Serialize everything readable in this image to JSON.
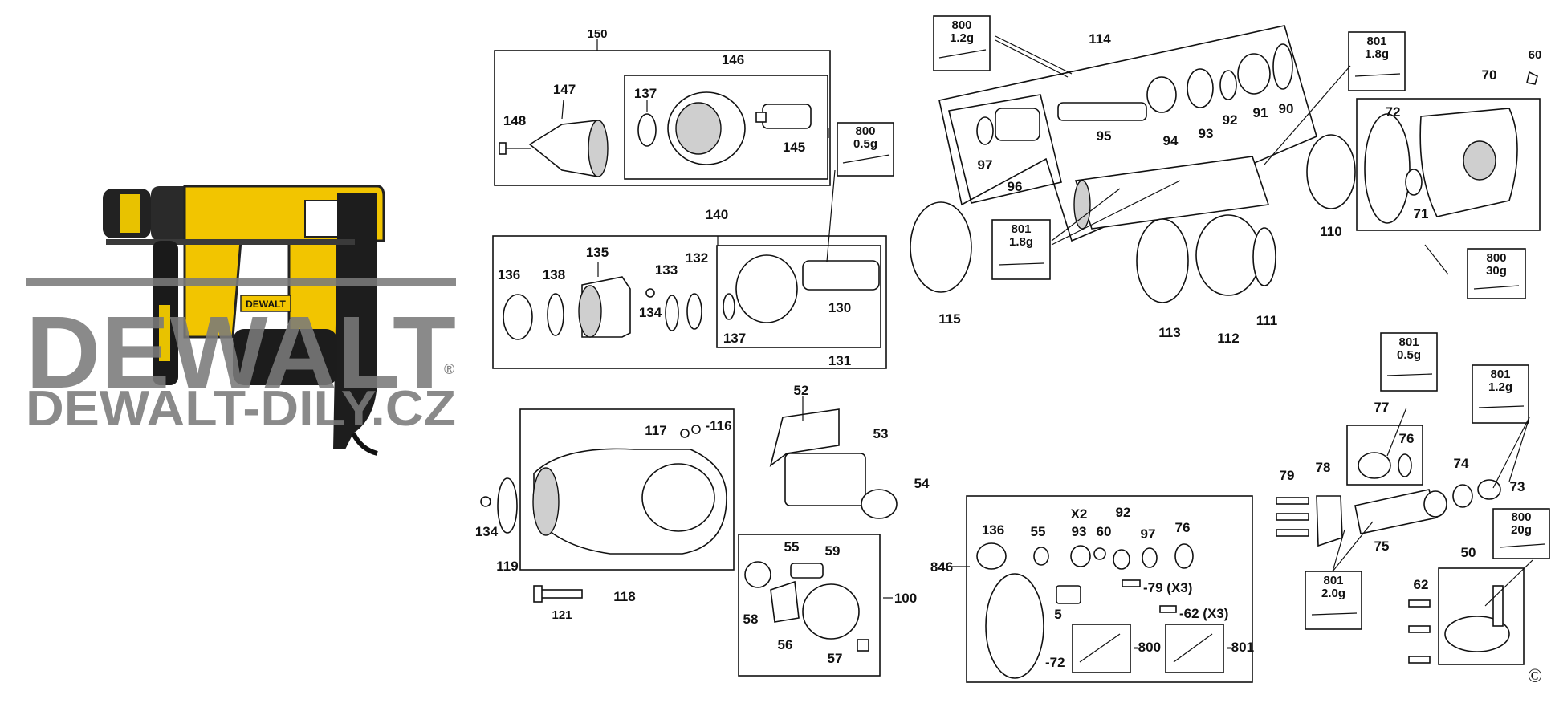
{
  "watermark": {
    "brand": "DEWALT",
    "registered": "®",
    "site": "DEWALT-DILY.CZ",
    "tool_badge": "DEWALT"
  },
  "copyright": "©",
  "grease_tags": [
    {
      "id": "t1",
      "code": "800",
      "amount": "1.2g"
    },
    {
      "id": "t2",
      "code": "800",
      "amount": "0.5g"
    },
    {
      "id": "t3",
      "code": "801",
      "amount": "1.8g"
    },
    {
      "id": "t4",
      "code": "801",
      "amount": "1.8g"
    },
    {
      "id": "t5",
      "code": "800",
      "amount": "30g"
    },
    {
      "id": "t6",
      "code": "801",
      "amount": "0.5g"
    },
    {
      "id": "t7",
      "code": "801",
      "amount": "1.2g"
    },
    {
      "id": "t8",
      "code": "800",
      "amount": "20g"
    },
    {
      "id": "t9",
      "code": "801",
      "amount": "2.0g"
    }
  ],
  "part_labels": [
    "150",
    "146",
    "147",
    "148",
    "137",
    "145",
    "140",
    "136",
    "138",
    "135",
    "133",
    "132",
    "134",
    "137",
    "130",
    "131",
    "114",
    "97",
    "96",
    "95",
    "94",
    "93",
    "92",
    "91",
    "90",
    "115",
    "113",
    "112",
    "111",
    "110",
    "60",
    "70",
    "72",
    "71",
    "52",
    "53",
    "54",
    "117",
    "-116",
    "134",
    "119",
    "118",
    "121",
    "55",
    "59",
    "58",
    "56",
    "57",
    "100",
    "846",
    "136",
    "55",
    "X2",
    "93",
    "60",
    "92",
    "97",
    "76",
    "5",
    "-79 (X3)",
    "-62 (X3)",
    "-72",
    "-800",
    "-801",
    "77",
    "76",
    "79",
    "78",
    "75",
    "74",
    "73",
    "50",
    "62"
  ]
}
